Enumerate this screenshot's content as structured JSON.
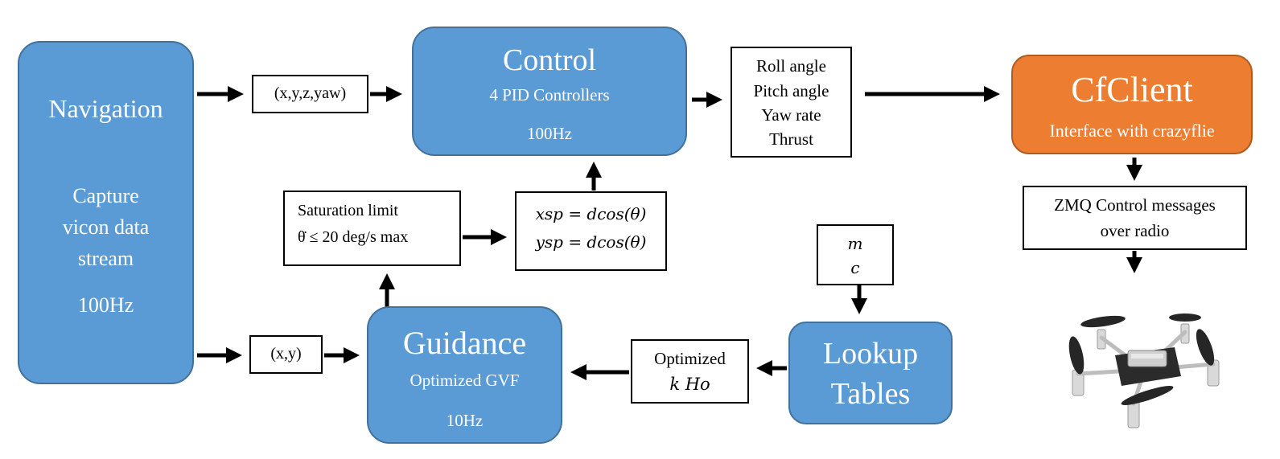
{
  "navigation": {
    "title": "Navigation",
    "desc_lines": [
      "Capture",
      "vicon data",
      "stream"
    ],
    "rate": "100Hz"
  },
  "control": {
    "title": "Control",
    "subtitle": "4 PID Controllers",
    "rate": "100Hz"
  },
  "guidance": {
    "title": "Guidance",
    "subtitle": "Optimized GVF",
    "rate": "10Hz"
  },
  "lookup": {
    "title_lines": [
      "Lookup",
      "Tables"
    ]
  },
  "cfclient": {
    "title": "CfClient",
    "subtitle": "Interface with crazyflie"
  },
  "signals": {
    "xyz_yaw": "(x,y,z,yaw)",
    "xy": "(x,y)",
    "attitude_lines": [
      "Roll angle",
      "Pitch angle",
      "Yaw rate",
      "Thrust"
    ],
    "saturation_line1": "Saturation limit",
    "saturation_line2": "θ̇  ≤ 20 deg/s max",
    "setpoint_x": "xsp = dcos(θ)",
    "setpoint_y": "ysp = dcos(θ)",
    "mc_lines": [
      "m",
      "c"
    ],
    "optimized_line1": "Optimized",
    "optimized_line2": "k Ho",
    "zmq_lines": [
      "ZMQ Control messages",
      "over radio"
    ]
  },
  "drone": {
    "icon": "crazyflie-drone-icon"
  },
  "colors": {
    "blue": "#5b9bd5",
    "blue_border": "#41719c",
    "orange": "#ed7d31",
    "orange_border": "#ae5a21",
    "arrow": "#000000"
  }
}
